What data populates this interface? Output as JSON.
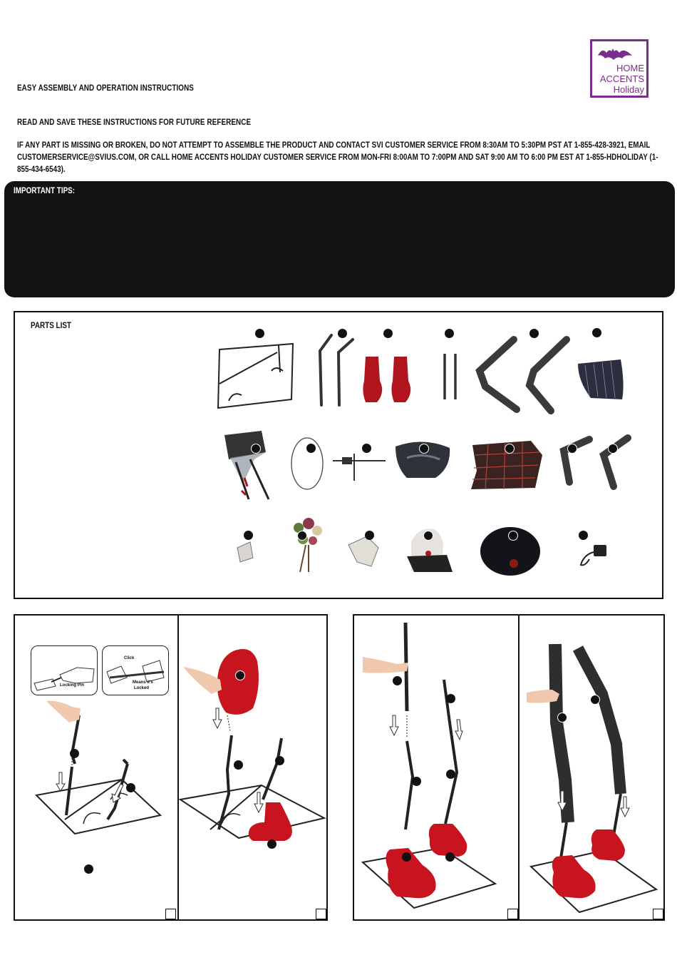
{
  "header": {
    "title": "EASY ASSEMBLY AND OPERATION INSTRUCTIONS",
    "save_notice": "READ AND SAVE THESE INSTRUCTIONS FOR FUTURE REFERENCE",
    "contact": "IF ANY PART IS MISSING OR BROKEN, DO NOT ATTEMPT TO ASSEMBLE THE PRODUCT AND CONTACT SVI CUSTOMER SERVICE FROM 8:30AM TO 5:30PM PST AT 1-855-428-3921, EMAIL CUSTOMERSERVICE@SVIUS.COM, OR CALL HOME ACCENTS HOLIDAY CUSTOMER SERVICE FROM MON-FRI 8:00AM TO 7:00PM AND SAT 9:00 AM TO 6:00 PM EST AT 1-855-HDHOLIDAY (1-855-434-6543)."
  },
  "logo": {
    "line1": "HOME",
    "line2": "ACCENTS",
    "line3": "Holiday",
    "color": "#7b2d8e",
    "icon": "bat-icon"
  },
  "tips": {
    "label": "IMPORTANT TIPS:"
  },
  "parts": {
    "label": "PARTS LIST"
  },
  "steps": {
    "locking_pin": "Locking Pin",
    "click": "Click",
    "means_locked_1": "Means it's",
    "means_locked_2": "Locked"
  },
  "colors": {
    "dark_panel": "#121212",
    "shoe_red": "#b0141c",
    "rod": "#2a2a2a"
  }
}
